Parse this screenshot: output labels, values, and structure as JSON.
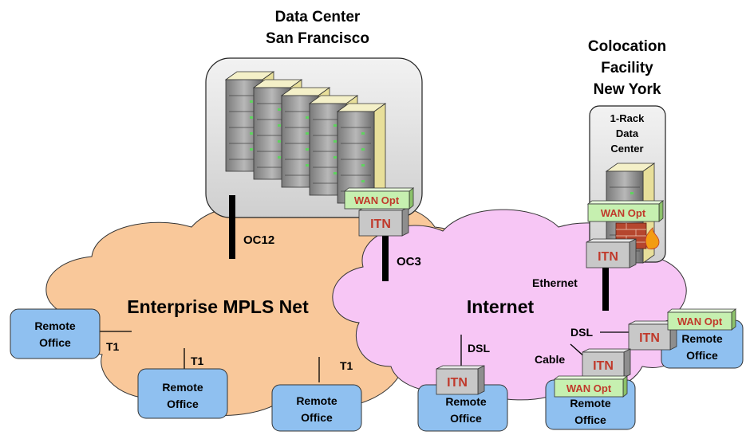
{
  "data_center": {
    "title_line1": "Data Center",
    "title_line2": "San Francisco"
  },
  "colocation": {
    "title_line1": "Colocation",
    "title_line2": "Facility",
    "title_line3": "New York"
  },
  "rack_dc": {
    "line1": "1-Rack",
    "line2": "Data",
    "line3": "Center"
  },
  "clouds": {
    "mpls": "Enterprise MPLS Net",
    "internet": "Internet"
  },
  "links": {
    "oc12": "OC12",
    "oc3": "OC3",
    "ethernet": "Ethernet",
    "t1": "T1",
    "dsl": "DSL",
    "cable": "Cable"
  },
  "devices": {
    "itn": "ITN",
    "wan_opt": "WAN Opt"
  },
  "remote_office": {
    "line1": "Remote",
    "line2": "Office"
  },
  "colors": {
    "mpls_cloud": "#f9c89a",
    "internet_cloud": "#f7c6f5",
    "remote_office": "#8fc0f0",
    "wan_opt": "#c6f0b0",
    "itn_box": "#c8c8c8",
    "itn_text": "#c0392b",
    "facility_box": "#e2e2e2"
  }
}
